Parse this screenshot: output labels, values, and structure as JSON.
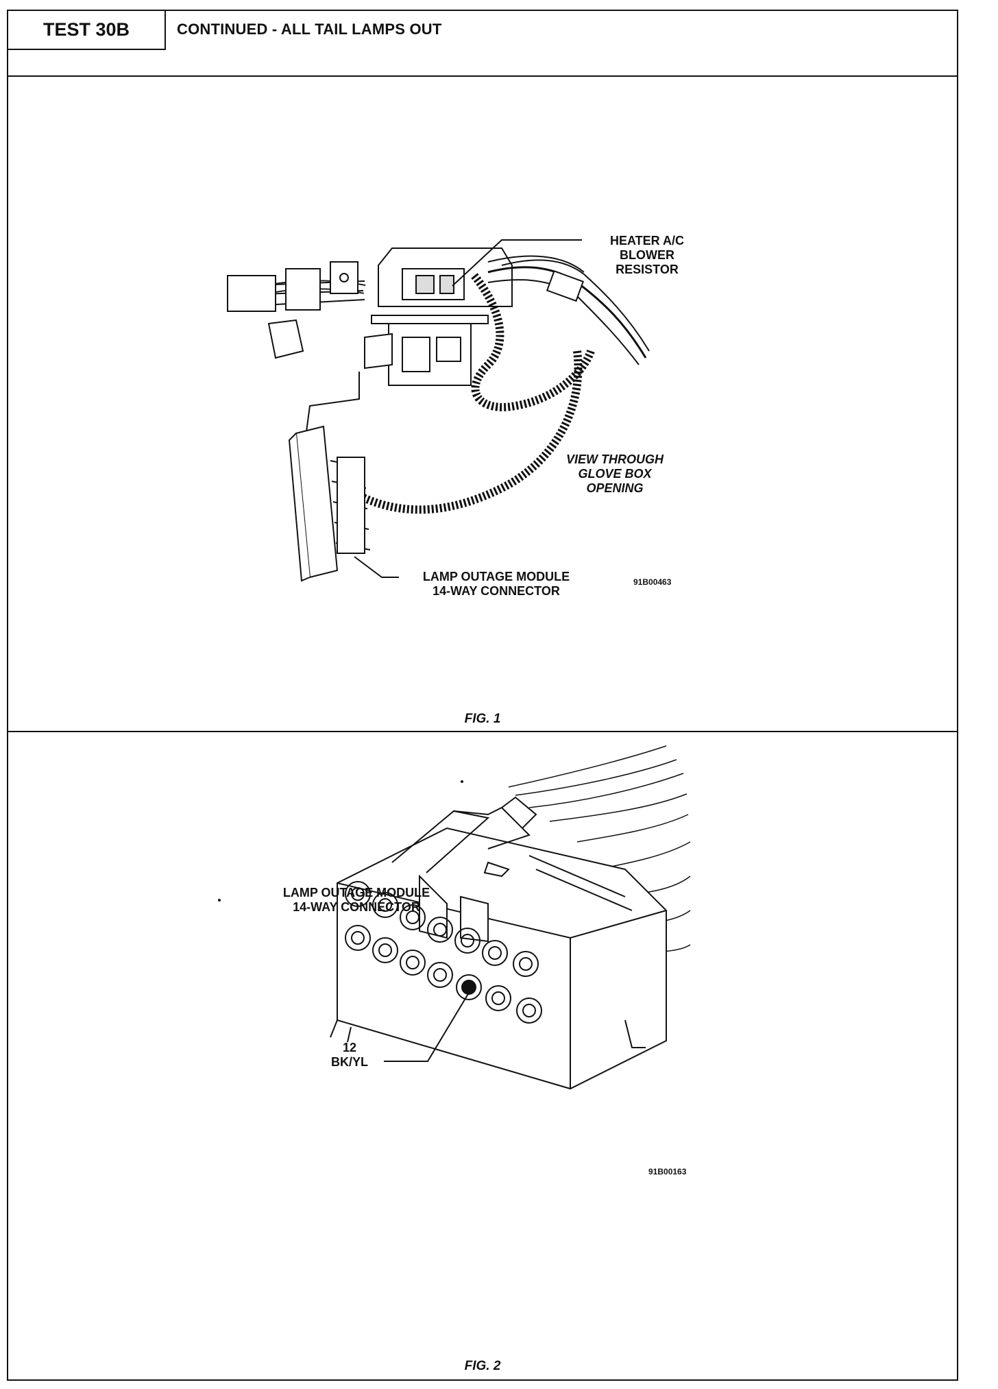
{
  "header": {
    "test_id": "TEST 30B",
    "title": "CONTINUED - ALL TAIL LAMPS OUT"
  },
  "figure1": {
    "caption": "FIG. 1",
    "labels": {
      "heater_resistor": [
        "HEATER A/C",
        "BLOWER",
        "RESISTOR"
      ],
      "view_note": [
        "VIEW THROUGH",
        "GLOVE BOX",
        "OPENING"
      ],
      "module_connector": [
        "LAMP OUTAGE MODULE",
        "14-WAY CONNECTOR"
      ]
    },
    "image_code": "91B00463"
  },
  "figure2": {
    "caption": "FIG. 2",
    "labels": {
      "module_connector": [
        "LAMP OUTAGE MODULE",
        "14-WAY CONNECTOR"
      ],
      "pin_number": "12",
      "pin_wire": "BK/YL"
    },
    "image_code": "91B00163"
  }
}
